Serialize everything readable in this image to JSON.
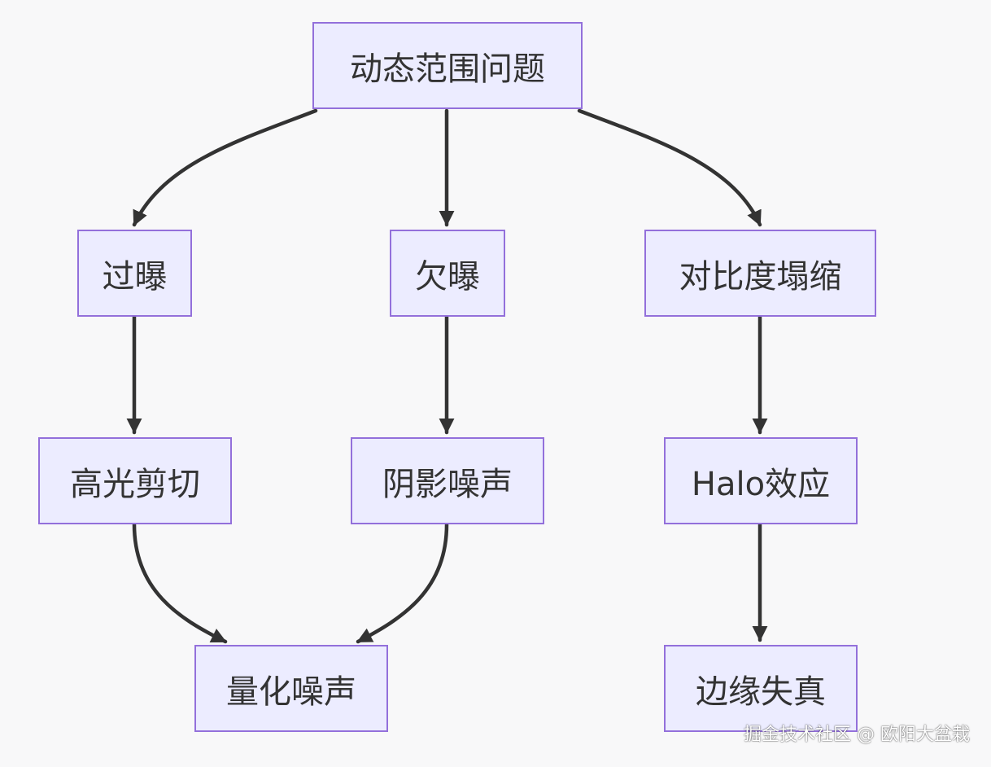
{
  "diagram": {
    "nodes": {
      "root": "动态范围问题",
      "overexposure": "过曝",
      "underexposure": "欠曝",
      "contrast_collapse": "对比度塌缩",
      "highlight_clipping": "高光剪切",
      "shadow_noise": "阴影噪声",
      "halo_effect": "Halo效应",
      "quantization_noise": "量化噪声",
      "edge_distortion": "边缘失真"
    },
    "edges": [
      [
        "root",
        "overexposure"
      ],
      [
        "root",
        "underexposure"
      ],
      [
        "root",
        "contrast_collapse"
      ],
      [
        "overexposure",
        "highlight_clipping"
      ],
      [
        "underexposure",
        "shadow_noise"
      ],
      [
        "contrast_collapse",
        "halo_effect"
      ],
      [
        "highlight_clipping",
        "quantization_noise"
      ],
      [
        "shadow_noise",
        "quantization_noise"
      ],
      [
        "halo_effect",
        "edge_distortion"
      ]
    ],
    "colors": {
      "node_fill": "#ececff",
      "node_border": "#9370db",
      "edge": "#333333",
      "text": "#333333"
    }
  },
  "watermark": "掘金技术社区 @ 欧阳大盆栽"
}
